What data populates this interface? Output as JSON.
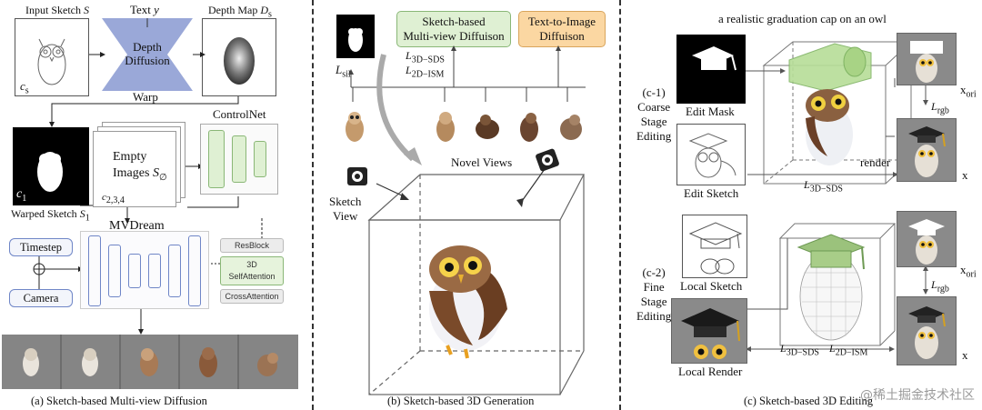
{
  "panel_a": {
    "input_sketch": "Input Sketch",
    "input_sketch_var": "S",
    "text_label": "Text",
    "text_var": "y",
    "depth_map": "Depth Map",
    "depth_map_var": "D",
    "depth_map_sub": "s",
    "depth_diffusion": "Depth Diffusion",
    "warp": "Warp",
    "cs": "c",
    "cs_sub": "s",
    "controlnet": "ControlNet",
    "empty_images": "Empty",
    "empty_images2": "Images",
    "empty_var": "S",
    "empty_sub": "∅",
    "c_label": "c",
    "c_sub": "2,3,4",
    "c1": "c",
    "c1_sub": "1",
    "warped_sketch": "Warped Sketch",
    "warped_var": "S",
    "warped_sub": "1",
    "mvdream": "MVDream",
    "timestep": "Timestep",
    "camera": "Camera",
    "resblock": "ResBlock",
    "attn3d": "3D",
    "selfattn": "SelfAttention",
    "crossattn": "CrossAttention",
    "caption": "(a) Sketch-based Multi-view Diffusion"
  },
  "panel_b": {
    "sketch_mv": "Sketch-based",
    "sketch_mv2": "Multi-view Diffuison",
    "t2i": "Text-to-Image",
    "t2i2": "Diffuison",
    "l_sil": "L",
    "l_sil_sub": "sil",
    "l_3d": "L",
    "l_3d_sub": "3D−SDS",
    "l_2d": "L",
    "l_2d_sub": "2D−ISM",
    "novel_views": "Novel Views",
    "sketch_view": "Sketch",
    "sketch_view2": "View",
    "caption": "(b) Sketch-based 3D Generation"
  },
  "panel_c": {
    "prompt": "a realistic graduation cap on an owl",
    "c1_tag": "(c-1)",
    "coarse": "Coarse",
    "stage": "Stage",
    "editing": "Editing",
    "c2_tag": "(c-2)",
    "fine": "Fine",
    "stage2": "Stage",
    "editing2": "Editing",
    "edit_mask": "Edit Mask",
    "edit_sketch": "Edit Sketch",
    "render": "render",
    "l_3d": "L",
    "l_3d_sub": "3D−SDS",
    "x_ori": "x",
    "x_ori_sub": "ori",
    "l_rgb": "L",
    "l_rgb_sub": "rgb",
    "x": "x",
    "local_sketch": "Local Sketch",
    "local_render": "Local Render",
    "l_3d_b": "L",
    "l_3d_b_sub": "3D−SDS",
    "l_2d_b": "L",
    "l_2d_b_sub": "2D−ISM",
    "x_ori2": "x",
    "x_ori2_sub": "ori",
    "l_rgb2": "L",
    "l_rgb2_sub": "rgb",
    "x2": "x",
    "caption": "(c) Sketch-based 3D Editing"
  },
  "watermark": "@稀土掘金技术社区",
  "colors": {
    "green": "#dff0d3",
    "orange": "#fbd7a2",
    "blue": "#9aa8d8",
    "unet": "#6f86c7"
  }
}
